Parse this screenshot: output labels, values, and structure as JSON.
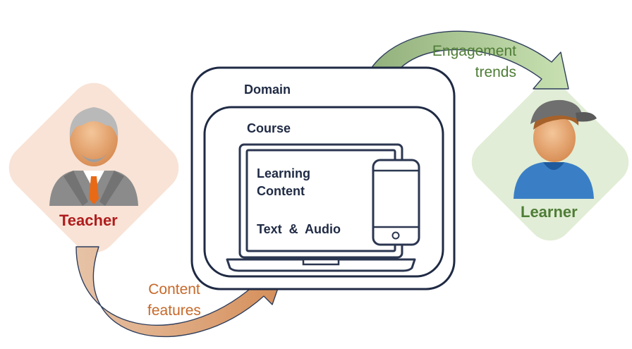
{
  "actors": {
    "teacher": {
      "label": "Teacher",
      "icon": "teacher-avatar-icon"
    },
    "learner": {
      "label": "Learner",
      "icon": "learner-avatar-icon"
    }
  },
  "containers": {
    "domain_label": "Domain",
    "course_label": "Course"
  },
  "device": {
    "content_line1": "Learning",
    "content_line2": "Content",
    "media_label": "Text  &  Audio"
  },
  "flows": {
    "content_features": {
      "line1": "Content",
      "line2": "features"
    },
    "engagement_trends": {
      "line1": "Engagement",
      "line2": "trends"
    }
  },
  "colors": {
    "teacher_bg": "#f8e3d6",
    "learner_bg": "#e1edd6",
    "teacher_text": "#b01c1c",
    "learner_text": "#4e7d36",
    "frame_stroke": "#1f2a44",
    "orange_arrow": "#dca57c",
    "green_arrow": "#b4d39a"
  }
}
